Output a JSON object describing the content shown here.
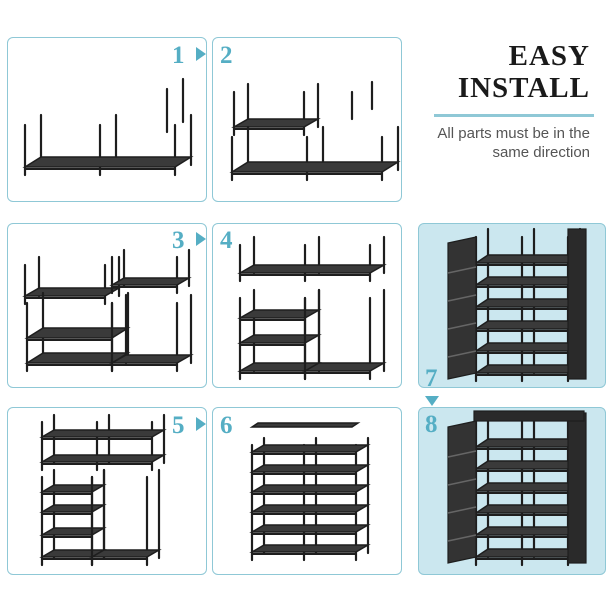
{
  "heading": {
    "line1": "EASY",
    "line2": "INSTALL"
  },
  "caption": "All parts must be in the same direction",
  "steps": {
    "s1": "1",
    "s2": "2",
    "s3": "3",
    "s4": "4",
    "s5": "5",
    "s6": "6",
    "s7": "7",
    "s8": "8"
  },
  "colors": {
    "accent": "#55aec4",
    "border": "#8fc8d6",
    "highlight_panel": "#cbe7ef",
    "rack": "#1e1e1e"
  }
}
